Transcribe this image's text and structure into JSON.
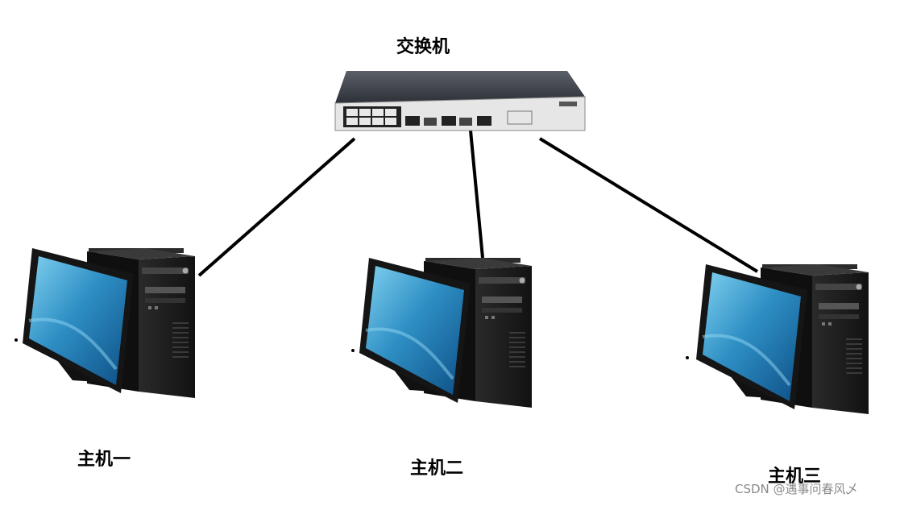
{
  "labels": {
    "switch": "交换机",
    "host1": "主机一",
    "host2": "主机二",
    "host3": "主机三"
  },
  "watermark": "CSDN @遇事问春风乄",
  "colors": {
    "link": "#000000",
    "screen": "#2e8fc4",
    "case": "#1c1c1c",
    "switch_body": "#3a3d45"
  },
  "icons": [
    "switch-icon",
    "computer-icon"
  ]
}
